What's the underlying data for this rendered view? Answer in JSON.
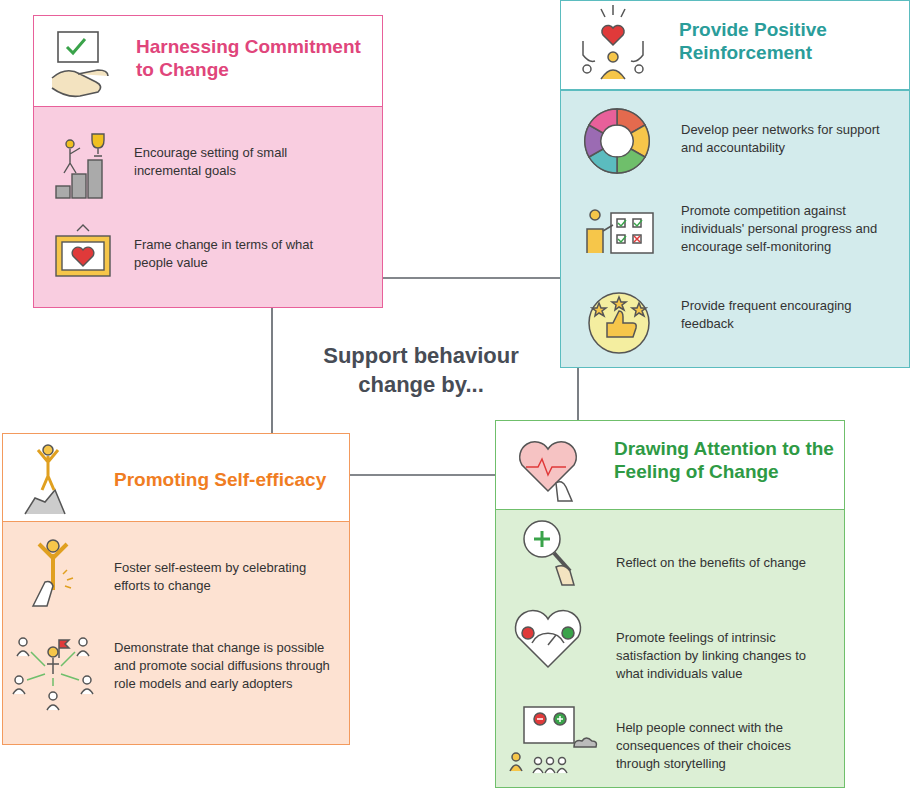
{
  "diagram": {
    "title": "Support behaviour change by...",
    "nodes": [
      {
        "text": [
          "Harnessing Commitment to Change",
          "Encourage setting of small incremental goals",
          "Frame change in terms of what people value"
        ]
      },
      {
        "text": [
          "Provide Positive Reinforcement",
          "Develop peer networks for support and accountability",
          "Promote competition against individuals' personal progress and encourage self-monitoring",
          "Provide frequent encouraging feedback"
        ]
      },
      {
        "text": [
          "Promoting Self-efficacy",
          "Foster self-esteem by celebrating efforts to change",
          "Demonstrate that change is possible and promote social diffusions through role models and early adopters"
        ]
      },
      {
        "text": [
          "Drawing Attention to the Feeling of Change",
          "Reflect on the benefits of change",
          "Promote feelings of intrinsic satisfaction by linking changes to what individuals value",
          "Help people connect with the consequences of their choices through storytelling"
        ]
      }
    ],
    "edges": [
      {
        "from": 0,
        "to": 1,
        "arrow": "none"
      },
      {
        "from": 0,
        "to": 2,
        "arrow": "none"
      },
      {
        "from": 2,
        "to": 3,
        "arrow": "none"
      },
      {
        "from": 1,
        "to": 3,
        "arrow": "none"
      }
    ]
  }
}
